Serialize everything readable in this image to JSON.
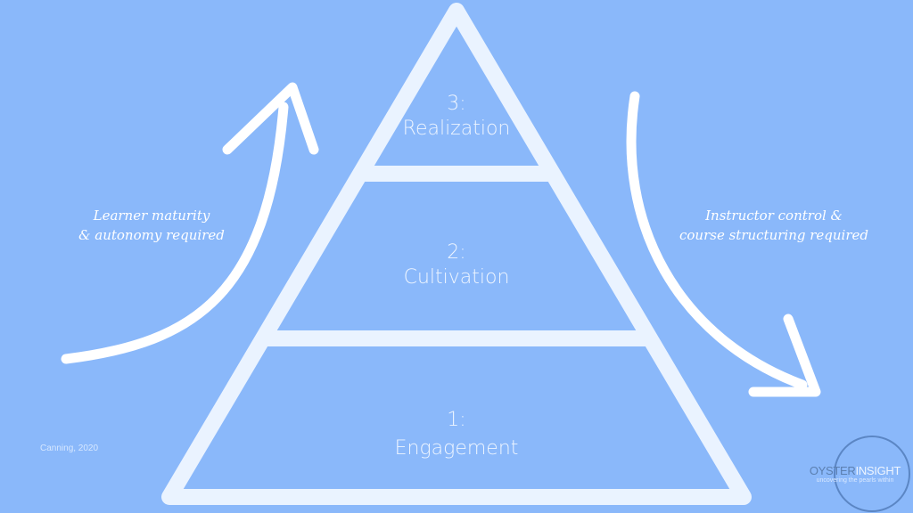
{
  "levels": [
    {
      "number": "3:",
      "label": "Realization"
    },
    {
      "number": "2:",
      "label": "Cultivation"
    },
    {
      "number": "1:",
      "label": "Engagement"
    }
  ],
  "left_note": {
    "line1": "Learner maturity",
    "line2": "& autonomy required"
  },
  "right_note": {
    "line1": "Instructor control &",
    "line2": "course structuring required"
  },
  "citation": "Canning, 2020",
  "logo": {
    "part1": "OYSTER",
    "part2": "INSIGHT",
    "tagline": "uncovering the pearls within"
  },
  "colors": {
    "background": "#8ab8fa",
    "lines": "#eaf3ff",
    "arrows": "#ffffff"
  }
}
